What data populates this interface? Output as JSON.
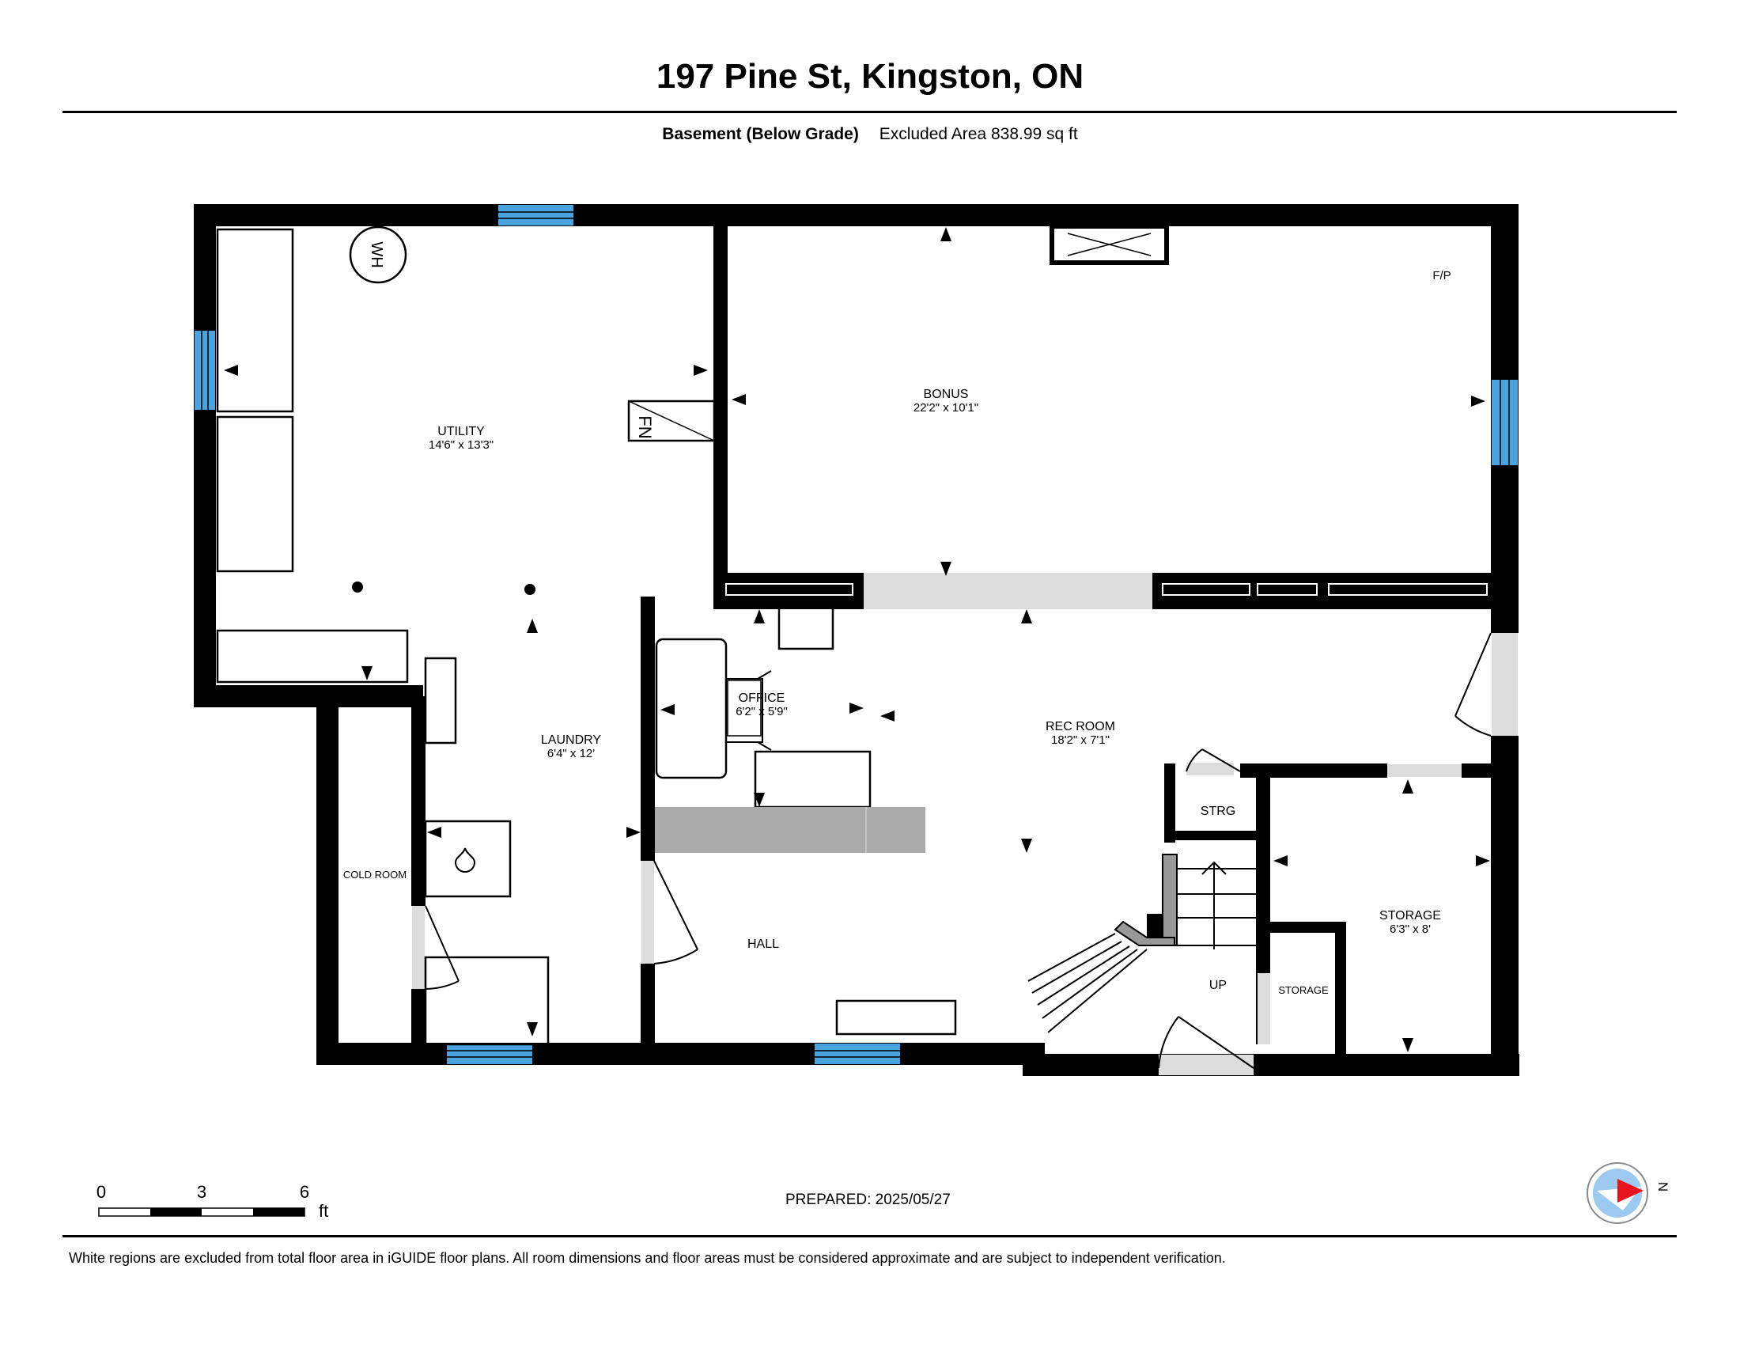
{
  "title": "197 Pine St, Kingston, ON",
  "level": "Basement (Below Grade)",
  "area_label": "Excluded Area 838.99 sq ft",
  "rooms": {
    "utility": {
      "name": "UTILITY",
      "dims": "14'6\" x 13'3\""
    },
    "bonus": {
      "name": "BONUS",
      "dims": "22'2\" x 10'1\""
    },
    "laundry": {
      "name": "LAUNDRY",
      "dims": "6'4\" x 12'"
    },
    "office": {
      "name": "OFFICE",
      "dims": "6'2\" x 5'9\""
    },
    "rec_room": {
      "name": "REC ROOM",
      "dims": "18'2\" x 7'1\""
    },
    "storage": {
      "name": "STORAGE",
      "dims": "6'3\" x 8'"
    },
    "strg": {
      "name": "STRG"
    },
    "storage_small": {
      "name": "STORAGE"
    },
    "cold_room": {
      "name": "COLD ROOM"
    },
    "hall": {
      "name": "HALL"
    }
  },
  "fixtures": {
    "water_heater": "WH",
    "furnace": "FN",
    "fireplace": "F/P",
    "stairs": "UP"
  },
  "scale": {
    "ticks": [
      "0",
      "3",
      "6"
    ],
    "unit": "ft"
  },
  "compass": {
    "label": "N"
  },
  "prepared": "PREPARED: 2025/05/27",
  "disclaimer": "White regions are excluded from total floor area in iGUIDE floor plans. All room dimensions and floor areas must be considered approximate and are subject to independent verification.",
  "colors": {
    "wall": "#000000",
    "window": "#4aa3dd",
    "door_opening": "#dddddd",
    "counter": "#aaaaaa",
    "compass_needle": "#e8141c",
    "compass_disc": "#9cc9ef"
  }
}
